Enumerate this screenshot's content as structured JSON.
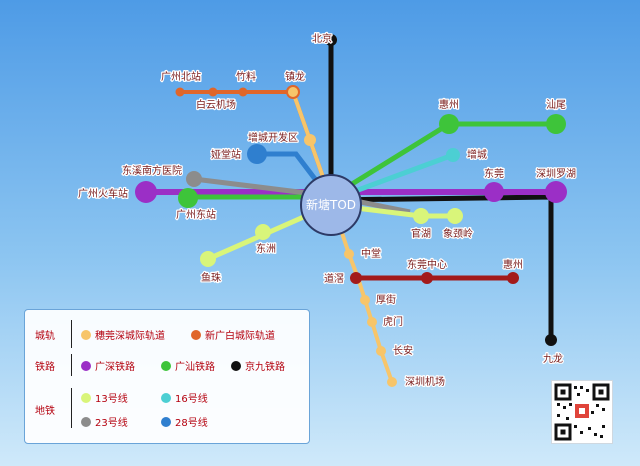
{
  "diagram": {
    "hub": {
      "label": "新塘TOD"
    },
    "stations": {
      "beijing": "北京",
      "gz_north": "广州北站",
      "zhuliao": "竹料",
      "zhenlong": "镇龙",
      "baiyun_airport": "白云机场",
      "zengcheng_dev": "增城开发区",
      "jiangtang": "娅堂站",
      "dongxi_hospital": "东溪南方医院",
      "gz_train": "广州火车站",
      "gz_east": "广州东站",
      "dongzhou": "东洲",
      "yuzhu": "鱼珠",
      "huizhou_n": "惠州",
      "shanwei": "汕尾",
      "zengcheng": "增城",
      "dongguan": "东莞",
      "sz_luohu": "深圳罗湖",
      "guanhu": "官湖",
      "xiangjiling": "象颈岭",
      "zhongtang": "中堂",
      "daojiao": "道滘",
      "dg_center": "东莞中心",
      "huizhou_e": "惠州",
      "houjie": "厚街",
      "humen": "虎门",
      "changan": "长安",
      "sz_airport": "深圳机场",
      "kowloon": "九龙"
    }
  },
  "legend": {
    "intercity": {
      "category": "城轨",
      "items": [
        {
          "label": "穗莞深城际轨道",
          "color": "#f7c56a"
        },
        {
          "label": "新广白城际轨道",
          "color": "#e0662a"
        }
      ]
    },
    "railway": {
      "category": "铁路",
      "items": [
        {
          "label": "广深铁路",
          "color": "#9b2fc6"
        },
        {
          "label": "广汕铁路",
          "color": "#3ec43a"
        },
        {
          "label": "京九铁路",
          "color": "#111111"
        }
      ]
    },
    "metro": {
      "category": "地铁",
      "items": [
        {
          "label": "13号线",
          "color": "#d9f57a"
        },
        {
          "label": "16号线",
          "color": "#4ccfd3"
        },
        {
          "label": "23号线",
          "color": "#8c8c8c"
        },
        {
          "label": "28号线",
          "color": "#2f7fcf"
        }
      ]
    }
  }
}
